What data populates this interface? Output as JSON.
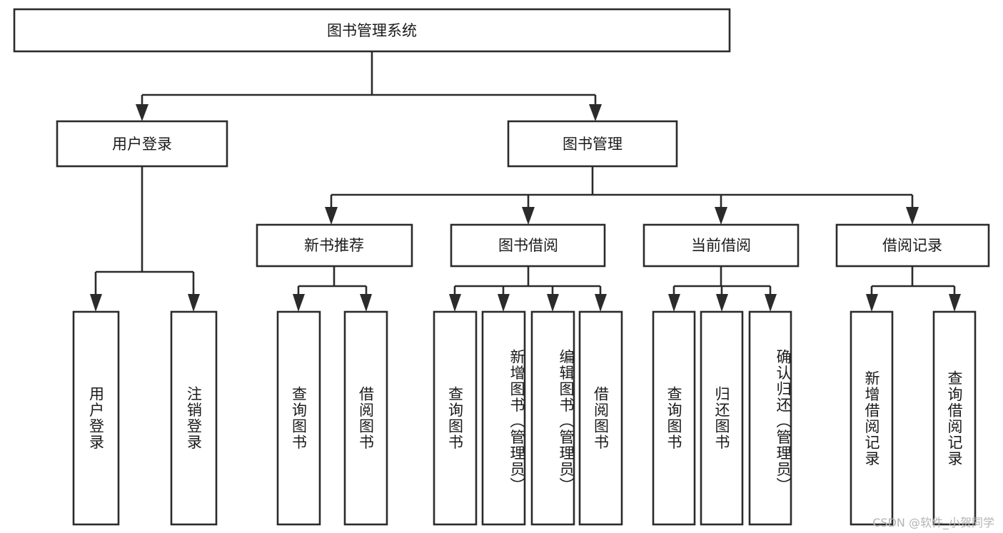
{
  "diagram": {
    "title": "图书管理系统",
    "type": "tree",
    "watermark": "CSDN @软件_小贺同学",
    "colors": {
      "box_stroke": "#2b2b2b",
      "box_fill": "#ffffff",
      "text": "#1a1a1a",
      "watermark": "#b4b4b4",
      "background": "#ffffff"
    },
    "root": {
      "label": "图书管理系统"
    },
    "level2": [
      {
        "label": "用户登录"
      },
      {
        "label": "图书管理"
      }
    ],
    "level3": [
      {
        "label": "新书推荐"
      },
      {
        "label": "图书借阅"
      },
      {
        "label": "当前借阅"
      },
      {
        "label": "借阅记录"
      }
    ],
    "leaves": {
      "user_login": [
        {
          "label": "用户登录"
        },
        {
          "label": "注销登录"
        }
      ],
      "new_book_recommend": [
        {
          "label": "查询图书"
        },
        {
          "label": "借阅图书"
        }
      ],
      "book_borrow": [
        {
          "label": "查询图书"
        },
        {
          "label": "新增图书（管理员）"
        },
        {
          "label": "编辑图书（管理员）"
        },
        {
          "label": "借阅图书"
        }
      ],
      "current_borrow": [
        {
          "label": "查询图书"
        },
        {
          "label": "归还图书"
        },
        {
          "label": "确认归还（管理员）"
        }
      ],
      "borrow_records": [
        {
          "label": "新增借阅记录"
        },
        {
          "label": "查询借阅记录"
        }
      ]
    }
  }
}
